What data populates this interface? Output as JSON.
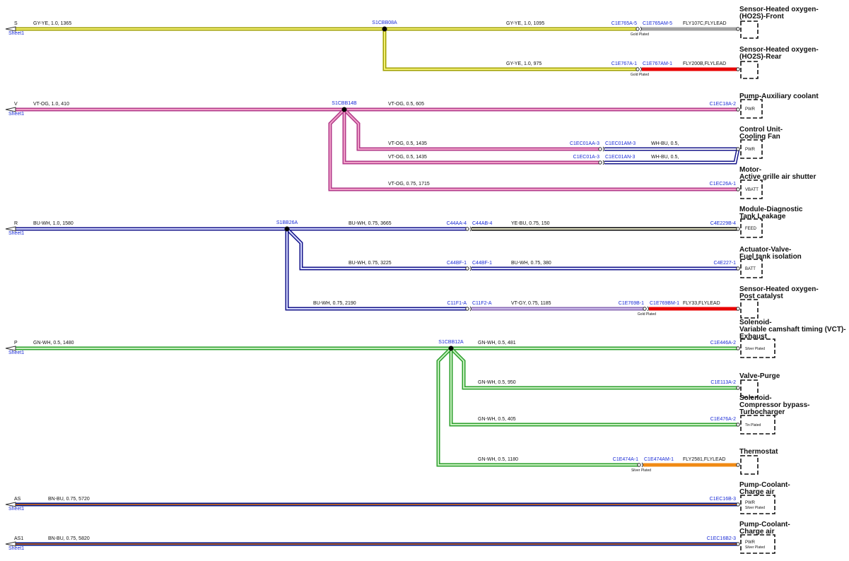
{
  "colors": {
    "GY-YE": [
      "#a0a000",
      "#f2ef74"
    ],
    "GY": [
      "#a3a3a3",
      "#a3a3a3"
    ],
    "RD": [
      "#e80000",
      "#e80000"
    ],
    "VT-OG": [
      "#b23a8a",
      "#f0a0c8"
    ],
    "VT": [
      "#9a4fc0",
      "#c8a6e8"
    ],
    "WH-BU": [
      "#14148a",
      "#ffffff"
    ],
    "BU-WH": [
      "#14148a",
      "#d8dcff"
    ],
    "YE-BU": [
      "#000000",
      "#f0f0d0"
    ],
    "VT-GY": [
      "#8a6ab4",
      "#c8b8e8"
    ],
    "GN-WH": [
      "#2ea02e",
      "#c8f0c0"
    ],
    "OG": [
      "#f08a14",
      "#f08a14"
    ],
    "BN-BU": [
      "#001a8c",
      "#b05a28"
    ]
  },
  "sources": [
    {
      "id": "s",
      "name": "S",
      "sheet": "Sheet1"
    },
    {
      "id": "v",
      "name": "V",
      "sheet": "Sheet1"
    },
    {
      "id": "r",
      "name": "R",
      "sheet": "Sheet1"
    },
    {
      "id": "p",
      "name": "P",
      "sheet": "Sheet1"
    },
    {
      "id": "as",
      "name": "AS",
      "sheet": "Sheet1"
    },
    {
      "id": "as1",
      "name": "AS1",
      "sheet": "Sheet1"
    }
  ],
  "splices": [
    {
      "id": "s1cbb08a",
      "label": "S1CBB08A"
    },
    {
      "id": "s1cbb14b",
      "label": "S1CBB14B"
    },
    {
      "id": "s1bb26a",
      "label": "S1BB26A"
    },
    {
      "id": "s1cbb12a",
      "label": "S1CBB12A"
    }
  ],
  "components": [
    {
      "id": "ho2s-front",
      "title": [
        "Sensor-Heated oxygen-",
        "(HO2S)-Front"
      ],
      "box_lines": []
    },
    {
      "id": "ho2s-rear",
      "title": [
        "Sensor-Heated oxygen-",
        "(HO2S)-Rear"
      ],
      "box_lines": []
    },
    {
      "id": "pump-aux",
      "title": [
        "Pump-Auxiliary coolant"
      ],
      "box_lines": [
        "PWR"
      ]
    },
    {
      "id": "cooling-fan",
      "title": [
        "Control Unit-",
        "Cooling Fan"
      ],
      "box_lines": [
        "PWR"
      ]
    },
    {
      "id": "grille",
      "title": [
        "Motor-",
        "Active grille air shutter"
      ],
      "box_lines": [
        "VBATT"
      ]
    },
    {
      "id": "tank-leak",
      "title": [
        "Module-Diagnostic",
        "Tank Leakage"
      ],
      "box_lines": [
        "FEED"
      ]
    },
    {
      "id": "fuel-iso",
      "title": [
        "Actuator-Valve-",
        "Fuel tank isolation"
      ],
      "box_lines": [
        "BATT"
      ]
    },
    {
      "id": "post-cat",
      "title": [
        "Sensor-Heated oxygen-",
        "Post catalyst"
      ],
      "box_lines": []
    },
    {
      "id": "vct",
      "title": [
        "Solenoid-",
        "Variable camshaft timing (VCT)-",
        "Exhaust"
      ],
      "box_lines": [
        "Silver Plated"
      ]
    },
    {
      "id": "purge",
      "title": [
        "Valve-Purge"
      ],
      "box_lines": []
    },
    {
      "id": "turbo",
      "title": [
        "Solenoid-",
        "Compressor bypass-",
        "Turbocharger"
      ],
      "box_lines": [
        "Tin Plated"
      ]
    },
    {
      "id": "thermostat",
      "title": [
        "Thermostat"
      ],
      "box_lines": []
    },
    {
      "id": "charge-air",
      "title": [
        "Pump-Coolant-",
        "Charge air"
      ],
      "box_lines": [
        "PWR",
        "Silver Plated"
      ]
    },
    {
      "id": "charge-air-2",
      "title": [
        "Pump-Coolant-",
        "Charge air"
      ],
      "box_lines": [
        "PWR",
        "Silver Plated"
      ]
    }
  ],
  "wires": [
    {
      "id": "w-s-main",
      "label": "GY-YE,  1.0,  1365",
      "color": "GY-YE"
    },
    {
      "id": "w-s-front",
      "label": "GY-YE,  1.0,  1095",
      "color": "GY-YE"
    },
    {
      "id": "w-s-front-fly",
      "label": "",
      "color": "GY"
    },
    {
      "id": "w-s-rear",
      "label": "GY-YE,  1.0,  975",
      "color": "GY-YE"
    },
    {
      "id": "w-s-rear-fly",
      "label": "",
      "color": "RD"
    },
    {
      "id": "w-v-main",
      "label": "VT-OG,  1.0,  410",
      "color": "VT-OG"
    },
    {
      "id": "w-v-pump",
      "label": "VT-OG,  0.5,  605",
      "color": "VT-OG"
    },
    {
      "id": "w-v-fan1",
      "label": "VT-OG,  0.5,  1435",
      "color": "VT-OG"
    },
    {
      "id": "w-v-fan1-b",
      "label": "WH-BU,  0.5,",
      "color": "WH-BU"
    },
    {
      "id": "w-v-fan2",
      "label": "VT-OG,  0.5,  1435",
      "color": "VT-OG"
    },
    {
      "id": "w-v-fan2-b",
      "label": "WH-BU,  0.5,",
      "color": "WH-BU"
    },
    {
      "id": "w-v-grille",
      "label": "VT-OG,  0.75,  1715",
      "color": "VT-OG"
    },
    {
      "id": "w-r-main",
      "label": "BU-WH,  1.0,  1580",
      "color": "BU-WH"
    },
    {
      "id": "w-r-leak",
      "label": "BU-WH,  0.75,  3665",
      "color": "BU-WH"
    },
    {
      "id": "w-r-leak-b",
      "label": "YE-BU,  0.75,  150",
      "color": "YE-BU"
    },
    {
      "id": "w-r-iso",
      "label": "BU-WH,  0.75,  3225",
      "color": "BU-WH"
    },
    {
      "id": "w-r-iso-b",
      "label": "BU-WH,  0.75,  380",
      "color": "BU-WH"
    },
    {
      "id": "w-r-cat",
      "label": "BU-WH,  0.75,  2190",
      "color": "BU-WH"
    },
    {
      "id": "w-r-cat-b",
      "label": "VT-GY,  0.75,  1185",
      "color": "VT-GY"
    },
    {
      "id": "w-r-cat-fly",
      "label": "",
      "color": "RD"
    },
    {
      "id": "w-p-main",
      "label": "GN-WH,  0.5,  1480",
      "color": "GN-WH"
    },
    {
      "id": "w-p-vct",
      "label": "GN-WH,  0.5,  481",
      "color": "GN-WH"
    },
    {
      "id": "w-p-purge",
      "label": "GN-WH,  0.5,  950",
      "color": "GN-WH"
    },
    {
      "id": "w-p-turbo",
      "label": "GN-WH,  0.5,  405",
      "color": "GN-WH"
    },
    {
      "id": "w-p-thermo",
      "label": "GN-WH,  0.5,  1180",
      "color": "GN-WH"
    },
    {
      "id": "w-p-thermo-fly",
      "label": "",
      "color": "OG"
    },
    {
      "id": "w-as",
      "label": "BN-BU,  0.75,  5720",
      "color": "BN-BU"
    },
    {
      "id": "w-as1",
      "label": "BN-BU,  0.75,  5820",
      "color": "BN-BU"
    }
  ],
  "connectors": [
    {
      "id": "c-1",
      "pins": [
        "C1E765A-5",
        "C1E765AM-5"
      ],
      "plating": "Gold Plated",
      "fly": "FLY107C,FLYLEAD"
    },
    {
      "id": "c-2",
      "pins": [
        "C1E767A-1",
        "C1E767AM-1"
      ],
      "plating": "Gold Plated",
      "fly": "FLY200B,FLYLEAD"
    },
    {
      "id": "c-3",
      "pins": [
        "C1EC01AA-3",
        "C1EC01AM-3"
      ],
      "plating": "",
      "fly": ""
    },
    {
      "id": "c-4",
      "pins": [
        "C1EC01A-3",
        "C1EC01AN-3"
      ],
      "plating": "",
      "fly": ""
    },
    {
      "id": "c-5",
      "pins": [
        "C44AA-4",
        "C44AB-4"
      ],
      "plating": "",
      "fly": ""
    },
    {
      "id": "c-6",
      "pins": [
        "C44BF-1",
        "C44BF-1"
      ],
      "plating": "",
      "fly": ""
    },
    {
      "id": "c-7",
      "pins": [
        "C11F1-A",
        "C11F2-A"
      ],
      "plating": "",
      "fly": ""
    },
    {
      "id": "c-8",
      "pins": [
        "C1E769B-1",
        "C1E769BM-1"
      ],
      "plating": "Gold Plated",
      "fly": "FLY33,FLYLEAD"
    },
    {
      "id": "c-9",
      "pins": [
        "C1E474A-1",
        "C1E474AM-1"
      ],
      "plating": "Silver Plated",
      "fly": "FLY2581,FLYLEAD"
    }
  ],
  "terminals": [
    {
      "id": "t-pump",
      "label": "C1EC18A-2"
    },
    {
      "id": "t-grille",
      "label": "C1EC26A-1"
    },
    {
      "id": "t-leak",
      "label": "C4E229B-4"
    },
    {
      "id": "t-iso",
      "label": "C4E227-1"
    },
    {
      "id": "t-vct",
      "label": "C1E446A-2"
    },
    {
      "id": "t-purge",
      "label": "C1E113A-2"
    },
    {
      "id": "t-turbo",
      "label": "C1E476A-2"
    },
    {
      "id": "t-as",
      "label": "C1EC16B-3"
    },
    {
      "id": "t-as1",
      "label": "C1EC16B2-3"
    }
  ]
}
